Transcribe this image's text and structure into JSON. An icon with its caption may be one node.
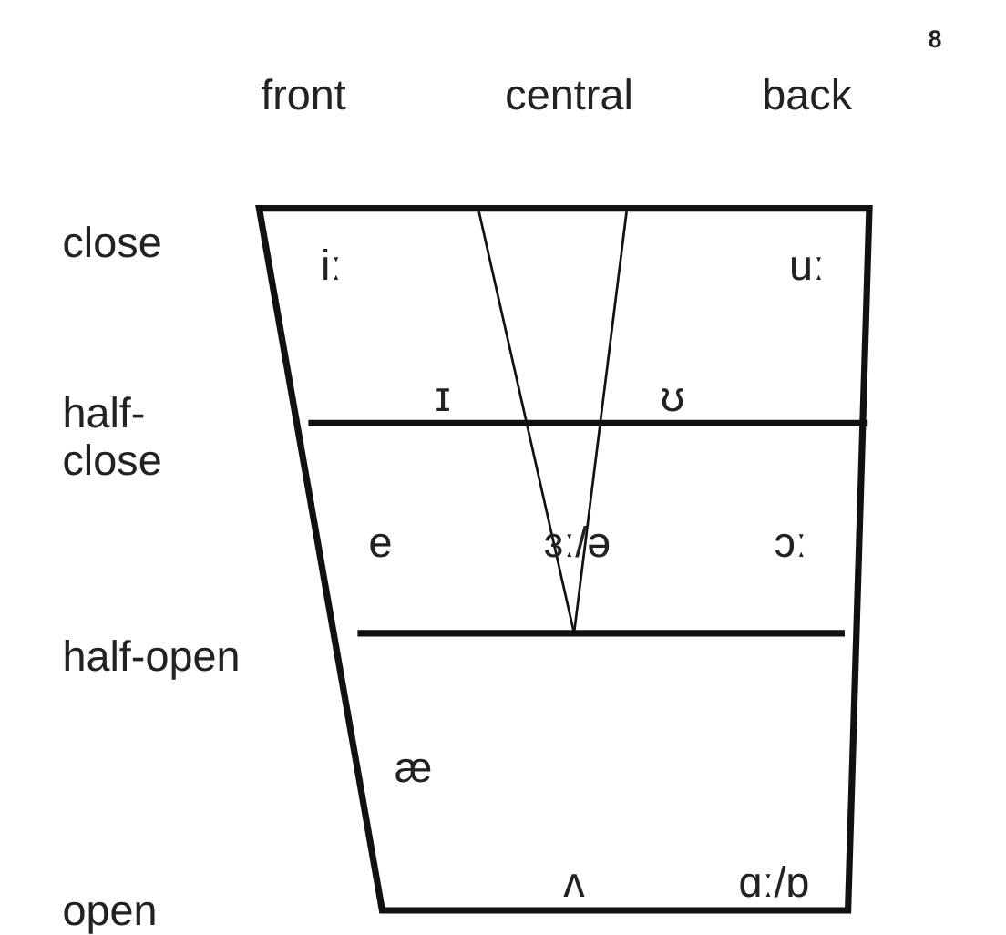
{
  "diagram": {
    "labels": [
      "8",
      "front",
      "central",
      "back",
      "close",
      "iː",
      "uː",
      "half-close",
      "ɪ",
      "ʊ",
      "e",
      "ɜː/ə",
      "ɔː",
      "half-open",
      "æ",
      "open",
      "ʌ",
      "ɑː/ɒ"
    ]
  }
}
